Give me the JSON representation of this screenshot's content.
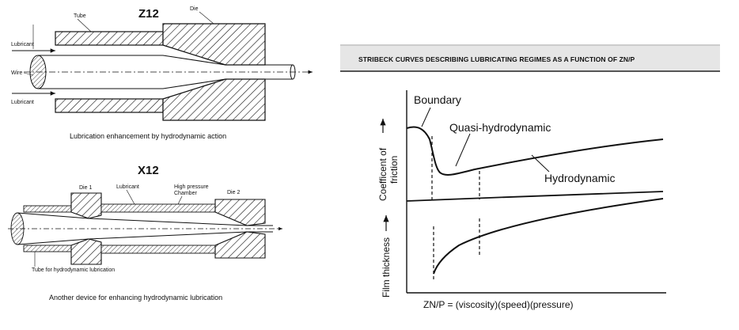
{
  "left_panel": {
    "top_figure": {
      "title": "Z12",
      "labels": {
        "tube": "Tube",
        "die": "Die",
        "lubricant_top": "Lubricant",
        "wire": "Wire",
        "lubricant_bottom": "Lubricant"
      },
      "caption": "Lubrication enhancement by hydrodynamic action"
    },
    "bottom_figure": {
      "title": "X12",
      "labels": {
        "die1": "Die 1",
        "lubricant": "Lubricant",
        "high_pressure_1": "High pressure",
        "high_pressure_2": "Chamber",
        "die2": "Die 2",
        "tube": "Tube for hydrodynamic lubrication"
      },
      "caption": "Another device for enhancing hydrodynamic lubrication"
    }
  },
  "right_panel": {
    "title": "STRIBECK CURVES DESCRIBING LUBRICATING REGIMES AS A FUNCTION OF ZN/P",
    "y_label_top_1": "Coefficent of",
    "y_label_top_2": "friction",
    "y_label_bottom": "Film thickness",
    "x_label": "ZN/P = (viscosity)(speed)(pressure)",
    "regimes": {
      "boundary": "Boundary",
      "quasi": "Quasi-hydrodynamic",
      "hydrodynamic": "Hydrodynamic"
    }
  },
  "colors": {
    "ink": "#111111",
    "title_bar": "#e6e6e6"
  }
}
